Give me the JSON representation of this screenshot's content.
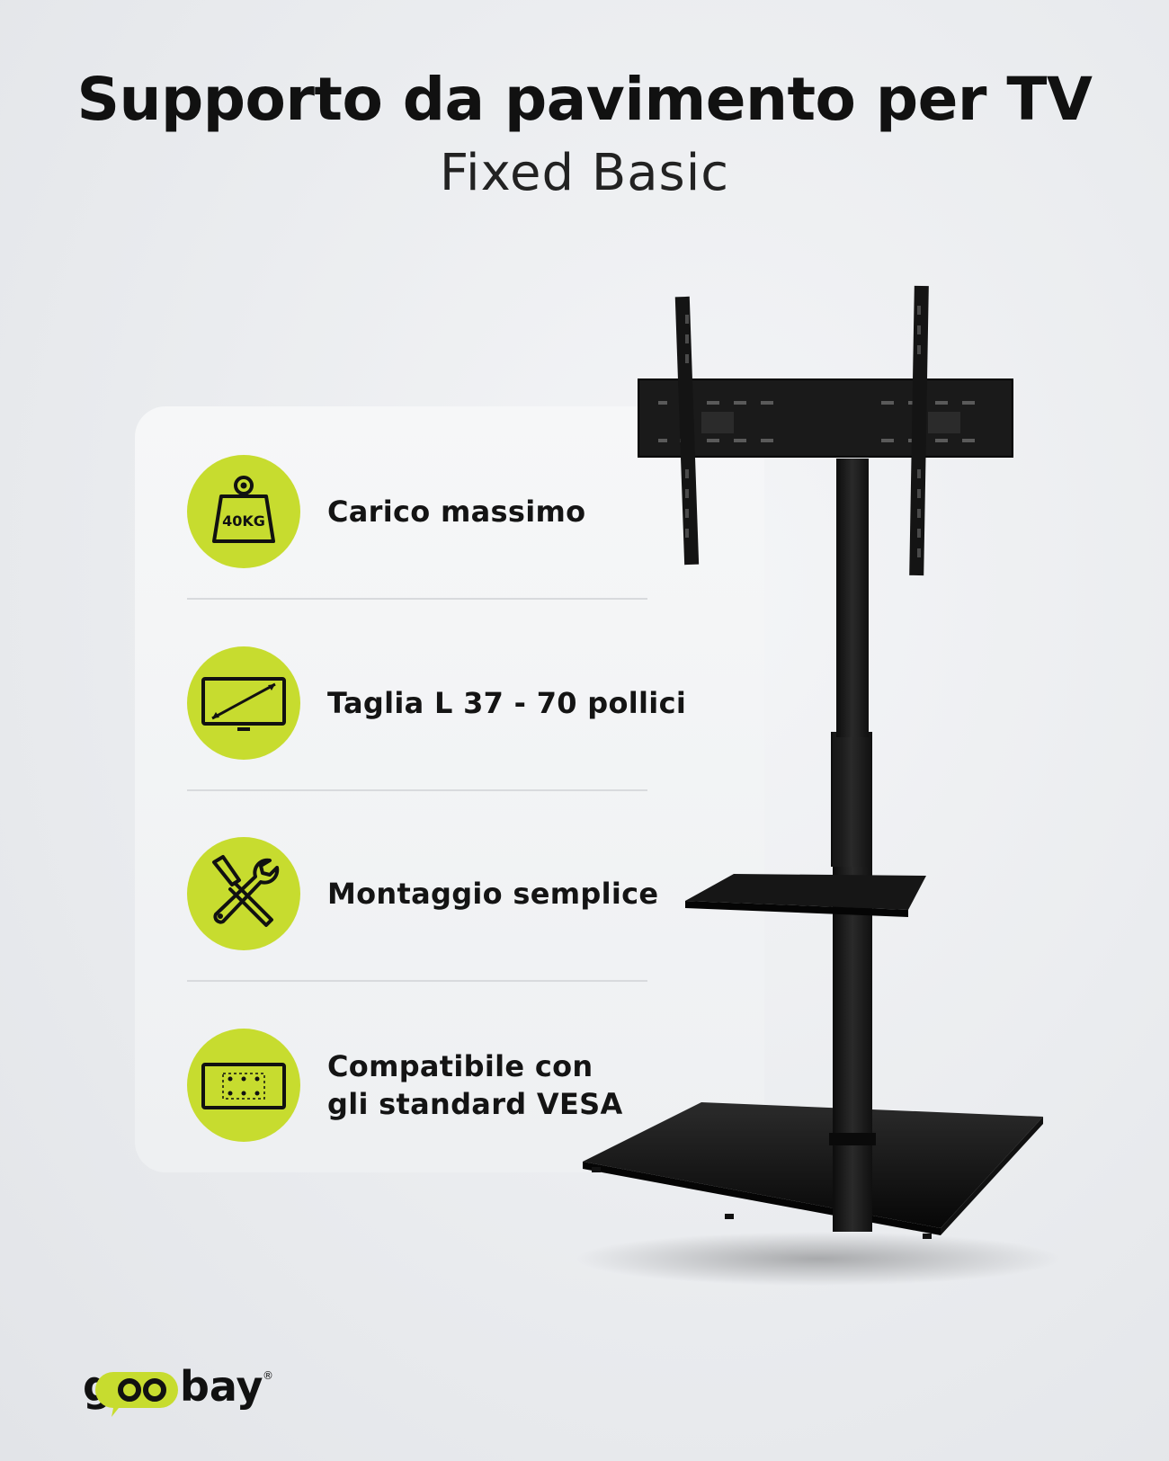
{
  "header": {
    "title": "Supporto da pavimento per TV",
    "subtitle": "Fixed Basic"
  },
  "features": [
    {
      "label": "Carico massimo",
      "icon": "weight-40kg-icon",
      "icon_text": "40KG"
    },
    {
      "label": "Taglia L 37 - 70 pollici",
      "icon": "tv-size-icon"
    },
    {
      "label": "Montaggio semplice",
      "icon": "tools-icon"
    },
    {
      "label_line1": "Compatibile con",
      "label_line2": "gli standard VESA",
      "icon": "vesa-pattern-icon"
    }
  ],
  "brand": {
    "logo_g": "g",
    "logo_bay": "bay",
    "registered": "®"
  },
  "colors": {
    "accent": "#c7dc2f",
    "text": "#111111",
    "card": "#f3f4f5",
    "stand": "#1a1a1a"
  }
}
